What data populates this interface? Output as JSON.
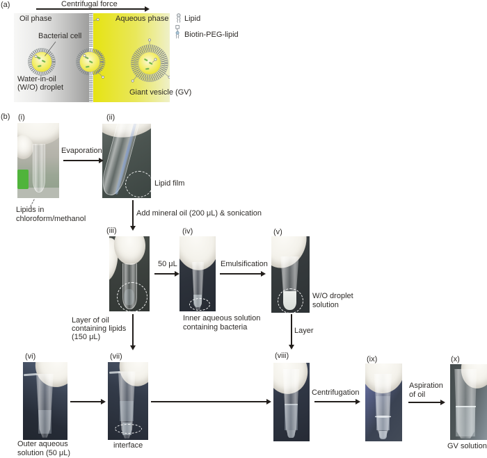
{
  "panel_a": {
    "label": "(a)",
    "centrifugal_force": "Centrifugal force",
    "oil_phase": "Oil phase",
    "aqueous_phase": "Aqueous phase",
    "bacterial_cell": "Bacterial cell",
    "wo_droplet_lines": [
      "Water-in-oil",
      "(W/O) droplet"
    ],
    "giant_vesicle": "Giant vesicle (GV)",
    "legend": {
      "lipid": "Lipid",
      "biotin_peg_lipid": "Biotin-PEG-lipid"
    },
    "colors": {
      "aqueous_bright": "#e6e312",
      "aqueous_pale": "#eff0c8",
      "oil_light": "#f7f7f6",
      "oil_dark": "#9e9e9d",
      "membrane_gray": "#7f8586",
      "droplet_yellow": "#e9e223",
      "bacteria_green": "#6fb33c"
    }
  },
  "panel_b": {
    "label": "(b)",
    "step_labels": {
      "i": "(i)",
      "ii": "(ii)",
      "iii": "(iii)",
      "iv": "(iv)",
      "v": "(v)",
      "vi": "(vi)",
      "vii": "(vii)",
      "viii": "(viii)",
      "ix": "(ix)",
      "x": "(x)"
    },
    "process": {
      "evaporation": "Evaporation",
      "add_mineral_oil": "Add mineral oil (200 μL) & sonication",
      "fifty_ul": "50 μL",
      "emulsification": "Emulsification",
      "layer_of_oil_lines": [
        "Layer of oil",
        "containing lipids",
        "(150 μL)"
      ],
      "layer": "Layer",
      "centrifugation": "Centrifugation",
      "aspiration_lines": [
        "Aspiration",
        "of oil"
      ]
    },
    "captions": {
      "lipids_in_lines": [
        "Lipids in",
        "chloroform/methanol"
      ],
      "lipid_film": "Lipid film",
      "inner_aqueous_lines": [
        "Inner aqueous solution",
        "containing bacteria"
      ],
      "wo_droplet_solution_lines": [
        "W/O droplet",
        "solution"
      ],
      "outer_aqueous_lines": [
        "Outer aqueous",
        "solution (50 μL)"
      ],
      "interface": "interface",
      "gv_solution": "GV solution"
    }
  }
}
